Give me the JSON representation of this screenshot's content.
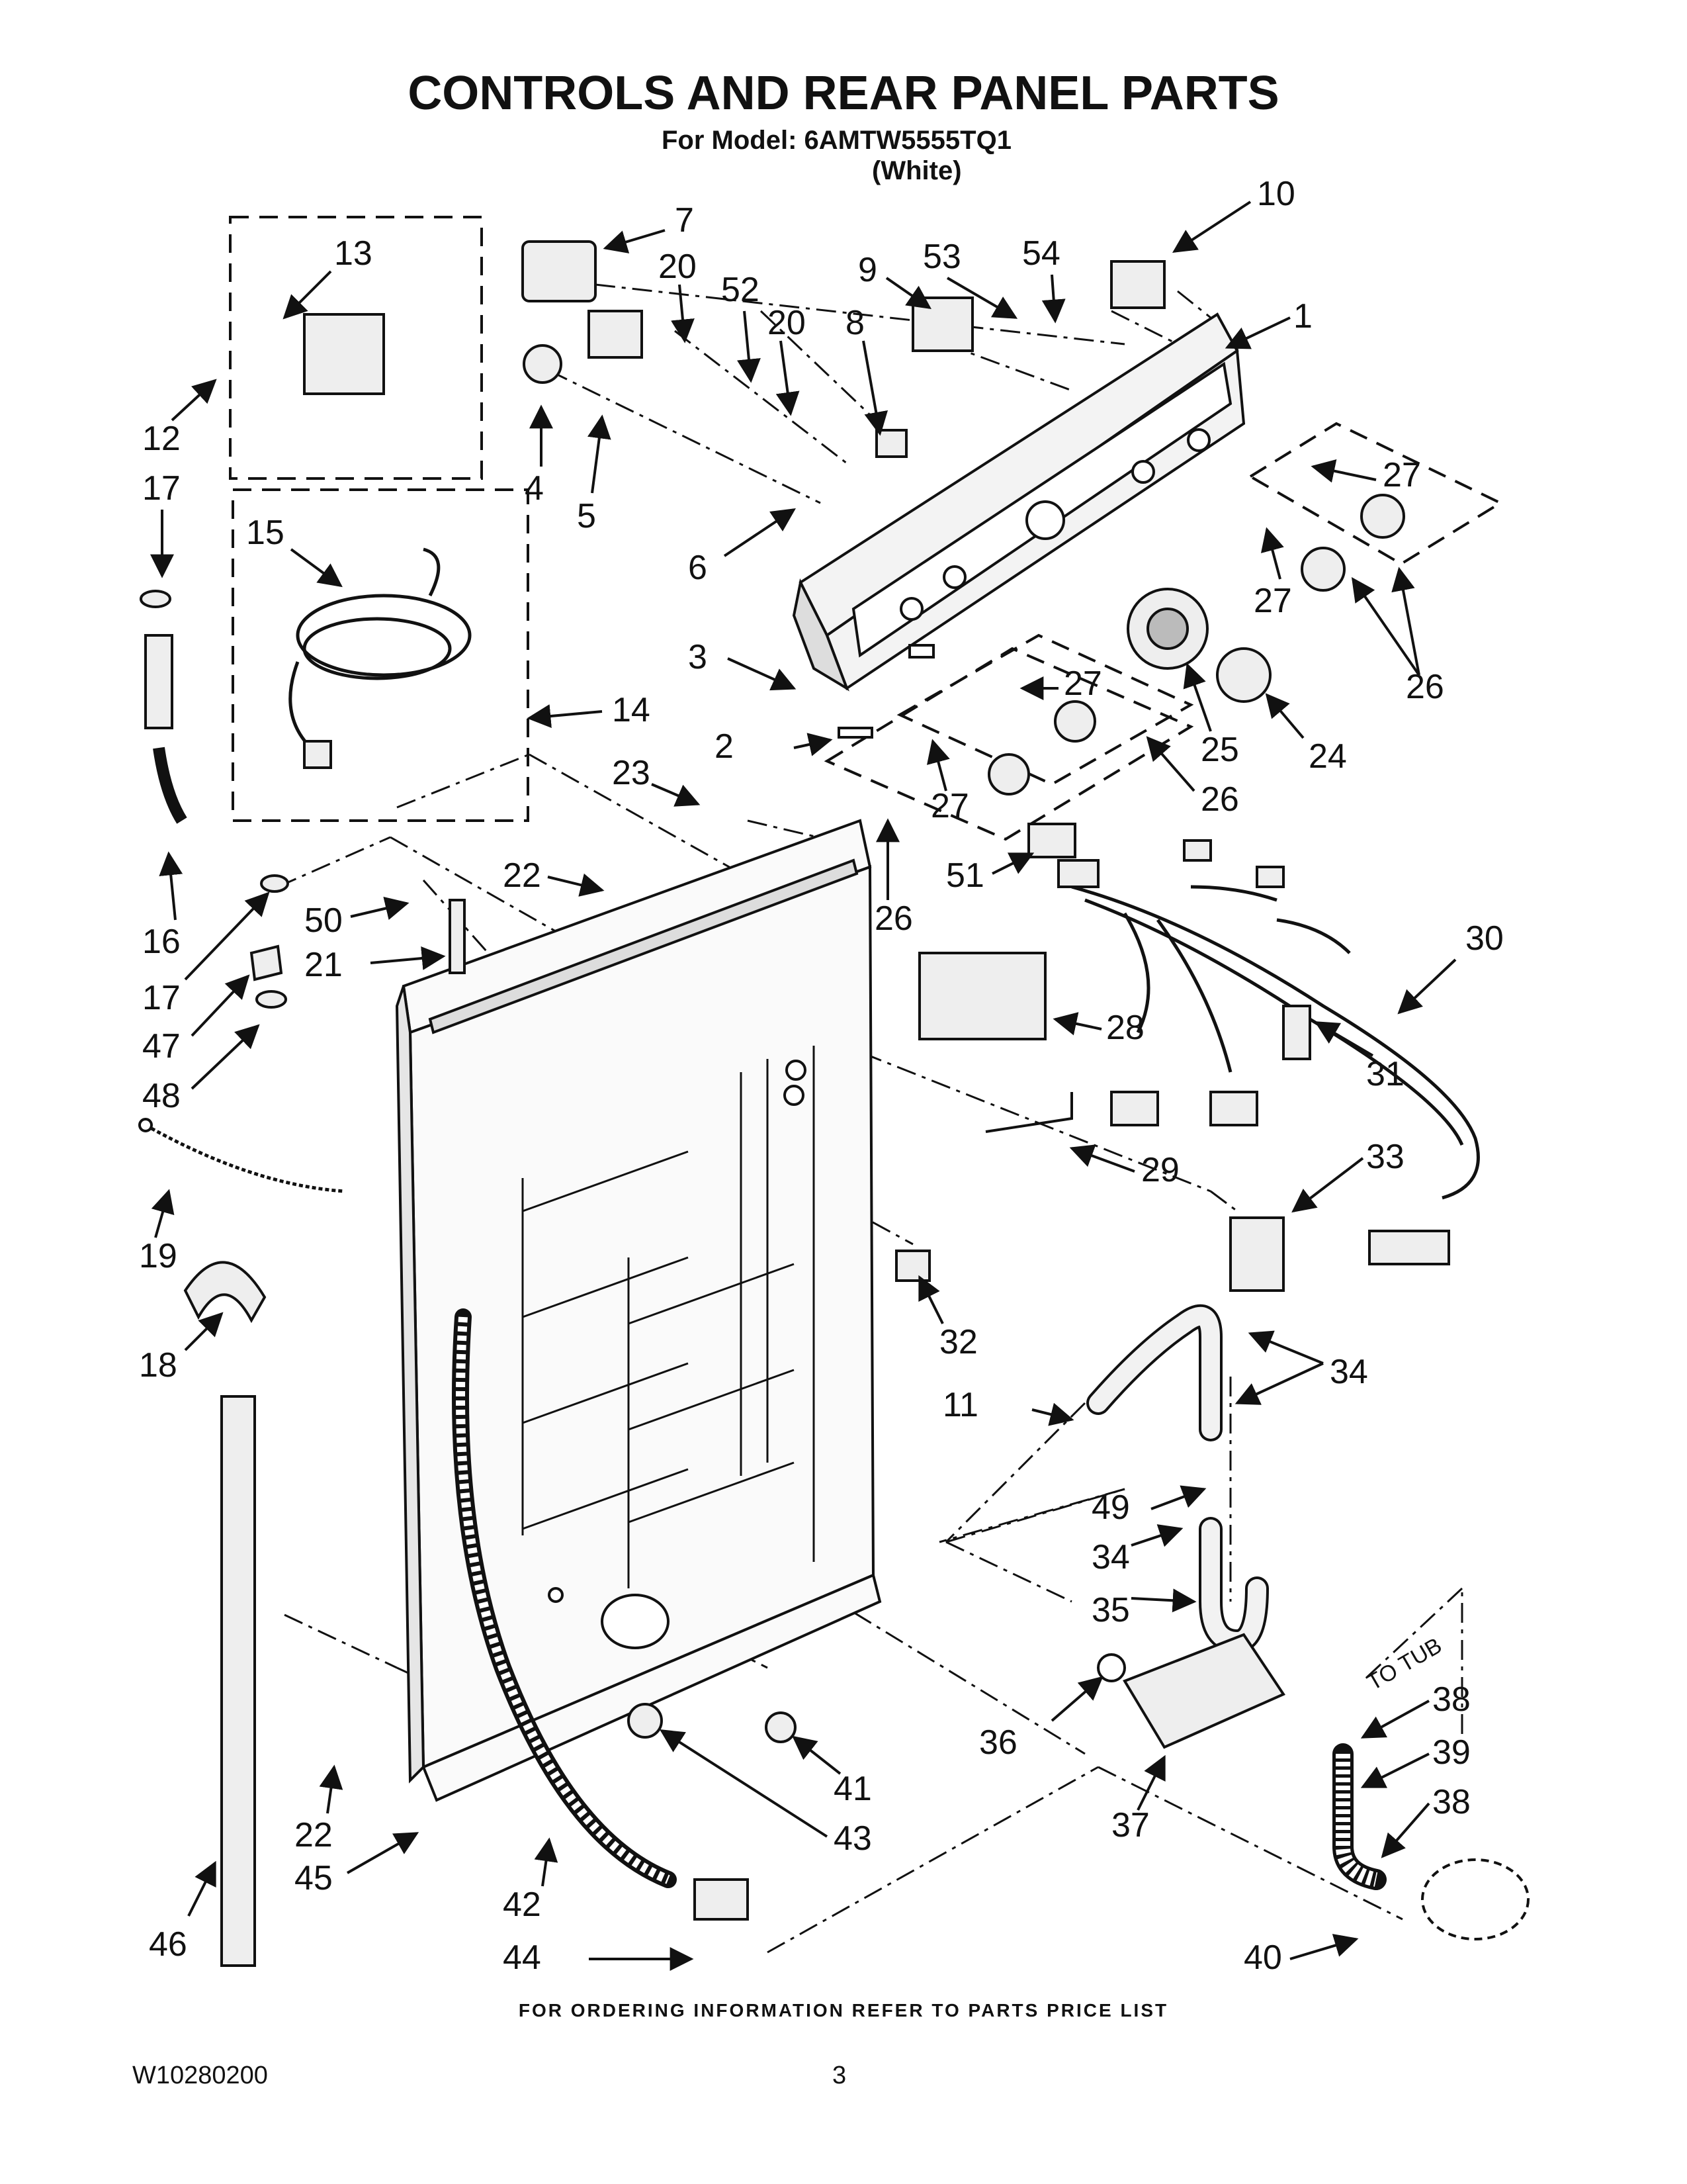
{
  "page": {
    "title": "CONTROLS AND REAR PANEL PARTS",
    "model_line": "For Model: 6AMTW5555TQ1",
    "color_line": "(White)",
    "footer": "FOR ORDERING INFORMATION REFER TO PARTS PRICE LIST",
    "doc_number": "W10280200",
    "page_number": "3"
  },
  "diagram": {
    "annotation": "TO TUB",
    "callouts": [
      {
        "id": "c1",
        "label": "1"
      },
      {
        "id": "c2",
        "label": "2"
      },
      {
        "id": "c3",
        "label": "3"
      },
      {
        "id": "c4",
        "label": "4"
      },
      {
        "id": "c5",
        "label": "5"
      },
      {
        "id": "c6",
        "label": "6"
      },
      {
        "id": "c7",
        "label": "7"
      },
      {
        "id": "c8",
        "label": "8"
      },
      {
        "id": "c9",
        "label": "9"
      },
      {
        "id": "c10",
        "label": "10"
      },
      {
        "id": "c11",
        "label": "11"
      },
      {
        "id": "c12",
        "label": "12"
      },
      {
        "id": "c13",
        "label": "13"
      },
      {
        "id": "c14",
        "label": "14"
      },
      {
        "id": "c15",
        "label": "15"
      },
      {
        "id": "c16",
        "label": "16"
      },
      {
        "id": "c17a",
        "label": "17"
      },
      {
        "id": "c17b",
        "label": "17"
      },
      {
        "id": "c18",
        "label": "18"
      },
      {
        "id": "c19",
        "label": "19"
      },
      {
        "id": "c20a",
        "label": "20"
      },
      {
        "id": "c20b",
        "label": "20"
      },
      {
        "id": "c21",
        "label": "21"
      },
      {
        "id": "c22a",
        "label": "22"
      },
      {
        "id": "c22b",
        "label": "22"
      },
      {
        "id": "c23",
        "label": "23"
      },
      {
        "id": "c24",
        "label": "24"
      },
      {
        "id": "c25",
        "label": "25"
      },
      {
        "id": "c26a",
        "label": "26"
      },
      {
        "id": "c26b",
        "label": "26"
      },
      {
        "id": "c26c",
        "label": "26"
      },
      {
        "id": "c27a",
        "label": "27"
      },
      {
        "id": "c27b",
        "label": "27"
      },
      {
        "id": "c27c",
        "label": "27"
      },
      {
        "id": "c27d",
        "label": "27"
      },
      {
        "id": "c28",
        "label": "28"
      },
      {
        "id": "c29",
        "label": "29"
      },
      {
        "id": "c30",
        "label": "30"
      },
      {
        "id": "c31",
        "label": "31"
      },
      {
        "id": "c32",
        "label": "32"
      },
      {
        "id": "c33",
        "label": "33"
      },
      {
        "id": "c34a",
        "label": "34"
      },
      {
        "id": "c34b",
        "label": "34"
      },
      {
        "id": "c35",
        "label": "35"
      },
      {
        "id": "c36",
        "label": "36"
      },
      {
        "id": "c37",
        "label": "37"
      },
      {
        "id": "c38a",
        "label": "38"
      },
      {
        "id": "c38b",
        "label": "38"
      },
      {
        "id": "c39",
        "label": "39"
      },
      {
        "id": "c40",
        "label": "40"
      },
      {
        "id": "c41",
        "label": "41"
      },
      {
        "id": "c42",
        "label": "42"
      },
      {
        "id": "c43",
        "label": "43"
      },
      {
        "id": "c44",
        "label": "44"
      },
      {
        "id": "c45",
        "label": "45"
      },
      {
        "id": "c46",
        "label": "46"
      },
      {
        "id": "c47",
        "label": "47"
      },
      {
        "id": "c48",
        "label": "48"
      },
      {
        "id": "c49",
        "label": "49"
      },
      {
        "id": "c50",
        "label": "50"
      },
      {
        "id": "c51",
        "label": "51"
      },
      {
        "id": "c52",
        "label": "52"
      },
      {
        "id": "c53",
        "label": "53"
      },
      {
        "id": "c54",
        "label": "54"
      }
    ]
  }
}
